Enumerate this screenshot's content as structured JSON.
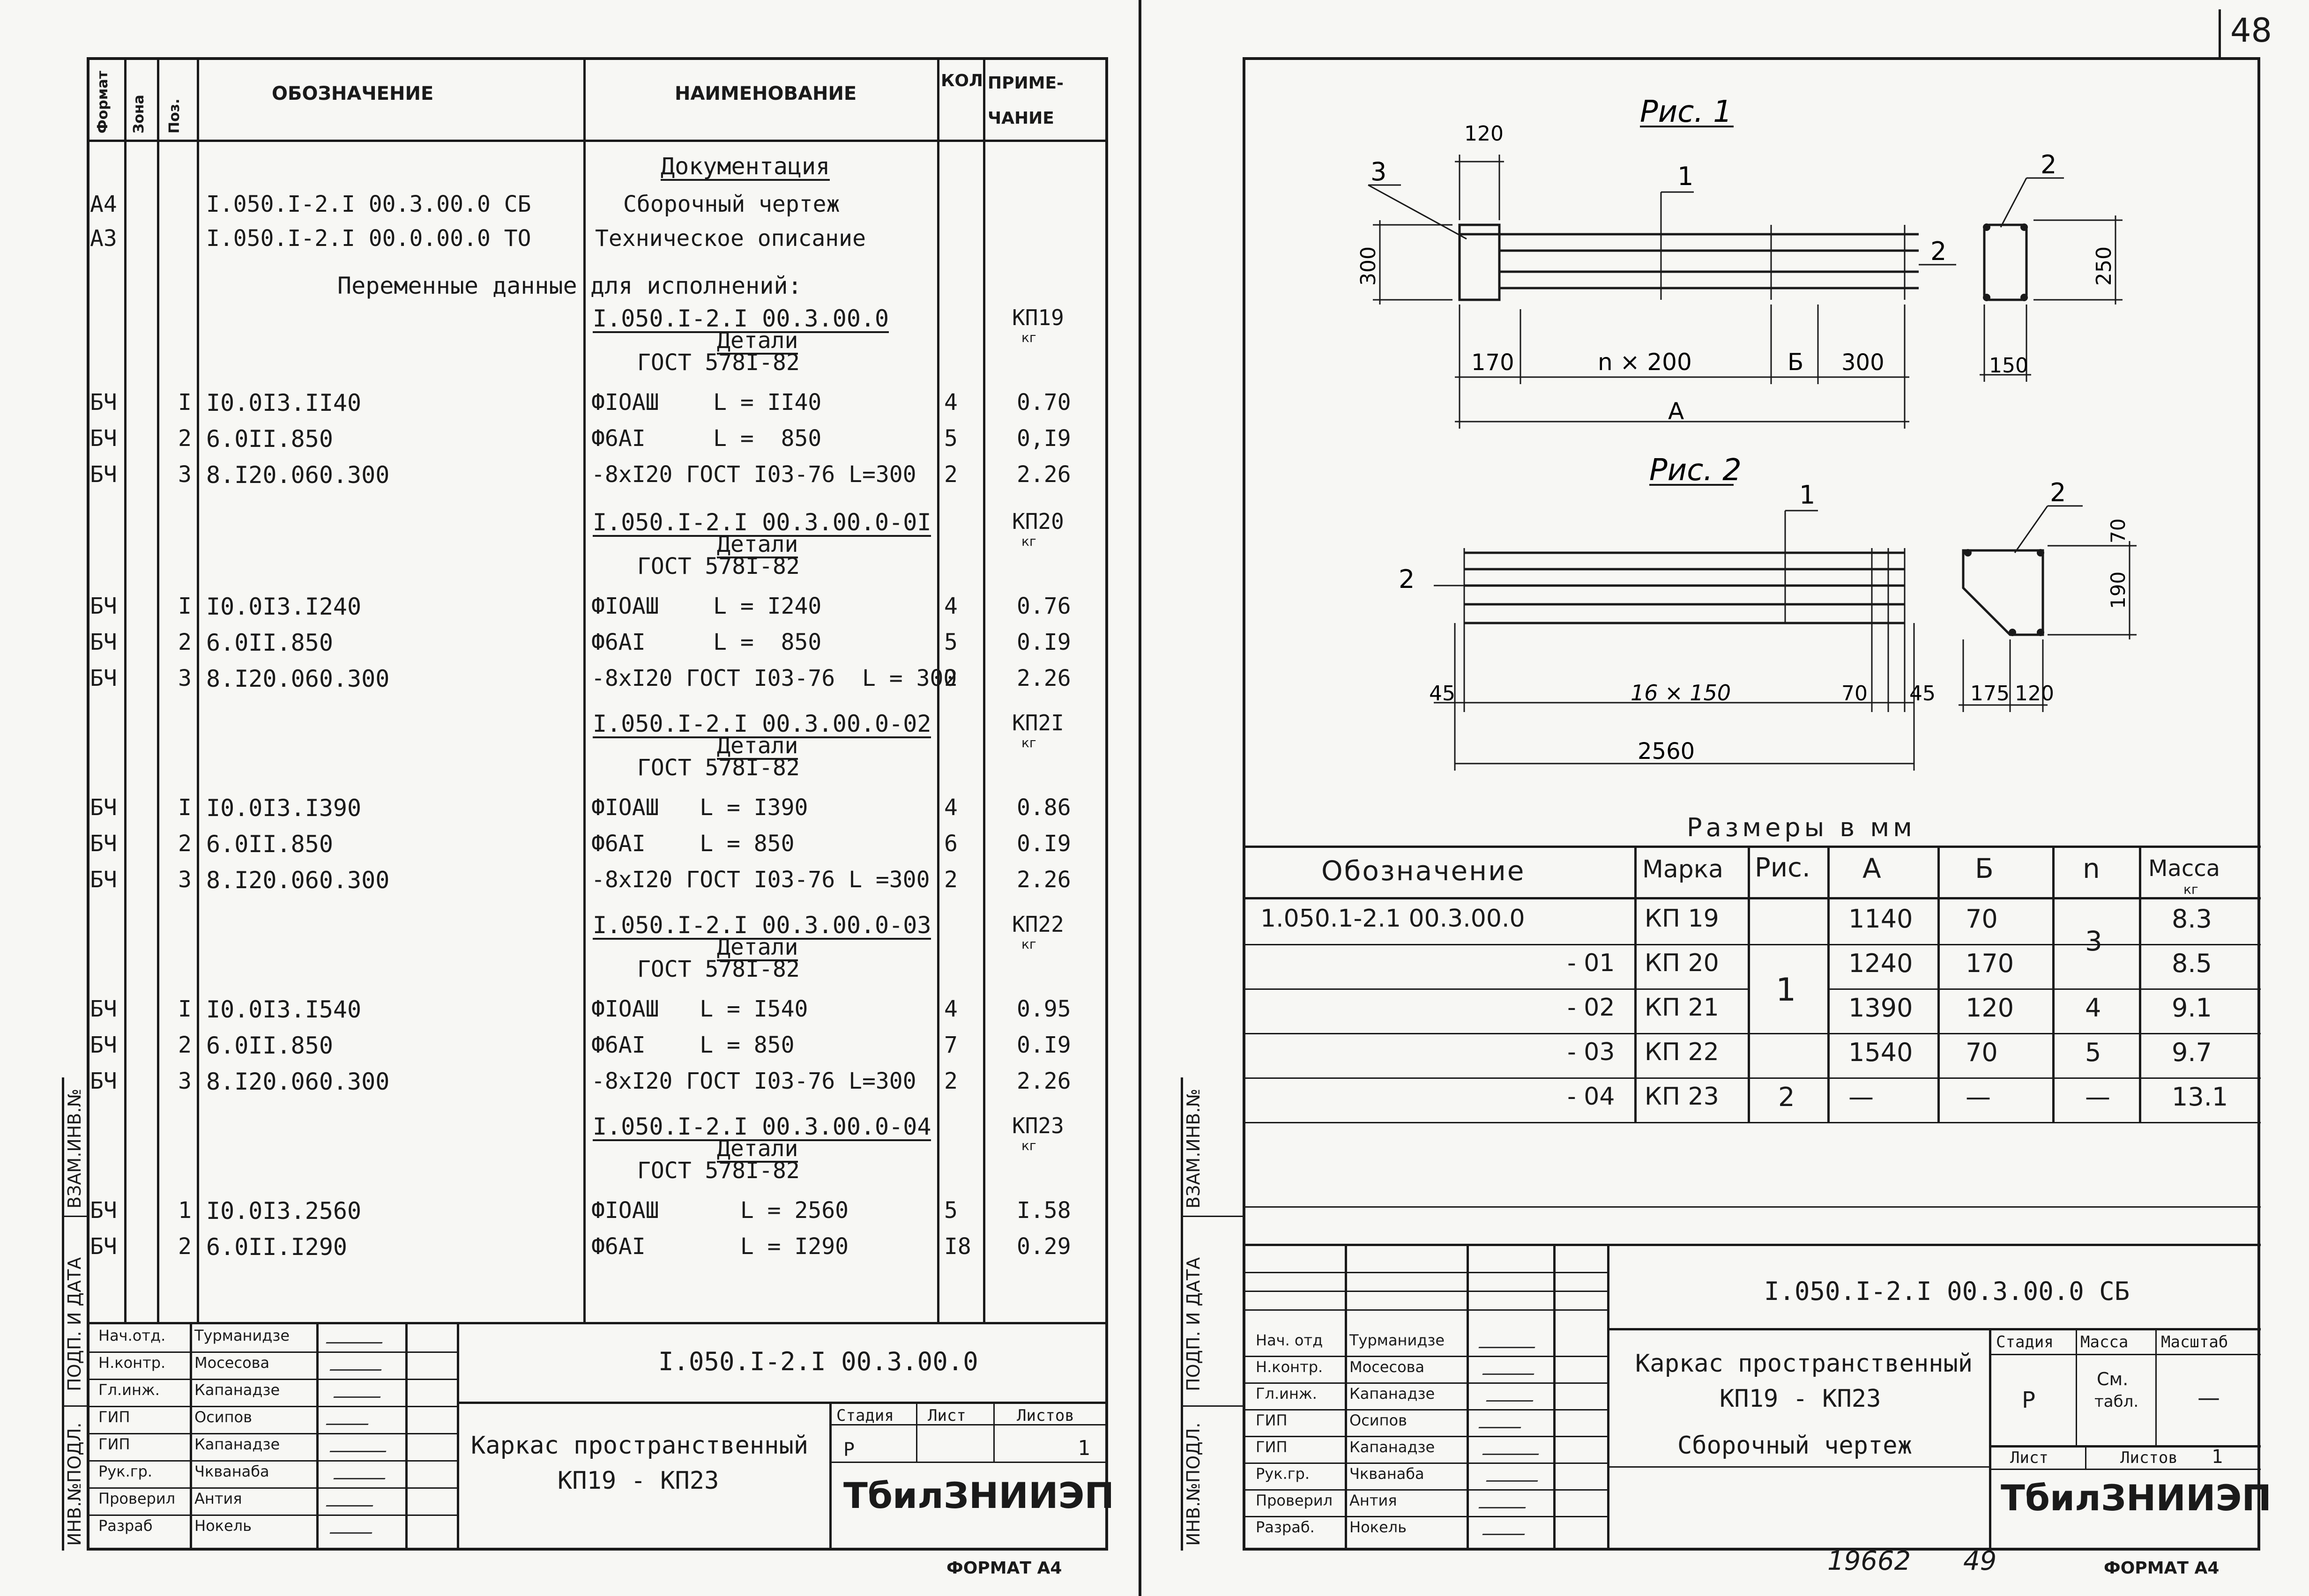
{
  "left": {
    "headers": {
      "format": "Формат",
      "zone": "Зона",
      "pos": "Поз.",
      "designation": "ОБОЗНАЧЕНИЕ",
      "name": "НАИМЕНОВАНИЕ",
      "qty": "КОЛ",
      "note1": "ПРИМЕ-",
      "note2": "ЧАНИЕ"
    },
    "documentation": "Документация",
    "docs": [
      {
        "fmt": "А4",
        "des": "I.050.I-2.I 00.3.00.0 СБ",
        "name": "Сборочный чертеж"
      },
      {
        "fmt": "А3",
        "des": "I.050.I-2.I 00.0.00.0 ТО",
        "name": "Техническое описание"
      }
    ],
    "variable_data_1": "Переменные данные",
    "variable_data_2": "для исполнений:",
    "groups": [
      {
        "title": "I.050.I-2.I 00.3.00.0",
        "note": "КП19",
        "unit": "кг",
        "details": "Детали",
        "gost": "ГОСТ 578I-82",
        "rows": [
          {
            "fmt": "БЧ",
            "pos": "I",
            "des": "I0.0I3.II40",
            "name": "ФIОАШ    L = II40",
            "qty": "4",
            "mass": "0.70"
          },
          {
            "fmt": "БЧ",
            "pos": "2",
            "des": "6.0II.850",
            "name": "Ф6АI     L =  850",
            "qty": "5",
            "mass": "0,I9"
          },
          {
            "fmt": "БЧ",
            "pos": "3",
            "des": "8.I20.060.300",
            "name": "-8хI20 ГОСТ I03-76 L=300",
            "qty": "2",
            "mass": "2.26"
          }
        ]
      },
      {
        "title": "I.050.I-2.I 00.3.00.0-0I",
        "note": "КП20",
        "unit": "кг",
        "details": "Детали",
        "gost": "ГОСТ 578I-82",
        "rows": [
          {
            "fmt": "БЧ",
            "pos": "I",
            "des": "I0.0I3.I240",
            "name": "ФIОАШ    L = I240",
            "qty": "4",
            "mass": "0.76"
          },
          {
            "fmt": "БЧ",
            "pos": "2",
            "des": "6.0II.850",
            "name": "Ф6АI     L =  850",
            "qty": "5",
            "mass": "0.I9"
          },
          {
            "fmt": "БЧ",
            "pos": "3",
            "des": "8.I20.060.300",
            "name": "-8хI20 ГОСТ I03-76  L = 300",
            "qty": "2",
            "mass": "2.26"
          }
        ]
      },
      {
        "title": "I.050.I-2.I 00.3.00.0-02",
        "note": "КП2I",
        "unit": "кг",
        "details": "Детали",
        "gost": "ГОСТ 578I-82",
        "rows": [
          {
            "fmt": "БЧ",
            "pos": "I",
            "des": "I0.0I3.I390",
            "name": "ФIОАШ   L = I390",
            "qty": "4",
            "mass": "0.86"
          },
          {
            "fmt": "БЧ",
            "pos": "2",
            "des": "6.0II.850",
            "name": "Ф6АI    L = 850",
            "qty": "6",
            "mass": "0.I9"
          },
          {
            "fmt": "БЧ",
            "pos": "3",
            "des": "8.I20.060.300",
            "name": "-8хI20 ГОСТ I03-76 L =300",
            "qty": "2",
            "mass": "2.26"
          }
        ]
      },
      {
        "title": "I.050.I-2.I 00.3.00.0-03",
        "note": "КП22",
        "unit": "кг",
        "details": "Детали",
        "gost": "ГОСТ 578I-82",
        "rows": [
          {
            "fmt": "БЧ",
            "pos": "I",
            "des": "I0.0I3.I540",
            "name": "ФIОАШ   L = I540",
            "qty": "4",
            "mass": "0.95"
          },
          {
            "fmt": "БЧ",
            "pos": "2",
            "des": "6.0II.850",
            "name": "Ф6АI    L = 850",
            "qty": "7",
            "mass": "0.I9"
          },
          {
            "fmt": "БЧ",
            "pos": "3",
            "des": "8.I20.060.300",
            "name": "-8хI20 ГОСТ I03-76 L=300",
            "qty": "2",
            "mass": "2.26"
          }
        ]
      },
      {
        "title": "I.050.I-2.I 00.3.00.0-04",
        "note": "КП23",
        "unit": "кг",
        "details": "Детали",
        "gost": "ГОСТ 578I-82",
        "rows": [
          {
            "fmt": "БЧ",
            "pos": "1",
            "des": "I0.0I3.2560",
            "name": "ФIОАШ      L = 2560",
            "qty": "5",
            "mass": "I.58"
          },
          {
            "fmt": "БЧ",
            "pos": "2",
            "des": "6.0II.I290",
            "name": "Ф6АI       L = I290",
            "qty": "I8",
            "mass": "0.29"
          }
        ]
      }
    ],
    "stamp": {
      "roles": [
        "Нач.отд.",
        "Н.контр.",
        "Гл.инж.",
        "ГИП",
        "ГИП",
        "Рук.гр.",
        "Проверил",
        "Разраб"
      ],
      "names": [
        "Турманидзе",
        "Мосесова",
        "Капанадзе",
        "Осипов",
        "Капанадзе",
        "Чкванаба",
        "Антия",
        "Нокель"
      ],
      "code": "I.050.I-2.I 00.3.00.0",
      "title1": "Каркас пространственный",
      "title2": "КП19 - КП23",
      "stage_label": "Стадия",
      "sheet_label": "Лист",
      "sheets_label": "Листов",
      "stage": "Р",
      "sheets": "1",
      "org": "ТбилЗНИИЭП"
    },
    "side_labels": [
      "ИНВ.№ПОДЛ.",
      "ПОДП. И ДАТА",
      "ВЗАМ.ИНВ.№"
    ],
    "format": "ФОРМАТ А4"
  },
  "right": {
    "page_number": "48",
    "fig1": {
      "title": "Рис. 1",
      "dims": {
        "d120": "120",
        "d300": "300",
        "d250": "250",
        "d150": "150",
        "d170": "170",
        "dn": "n × 200",
        "dB": "Б",
        "d300b": "300",
        "dA": "А"
      },
      "leaders": {
        "l3": "3",
        "l1": "1",
        "l2a": "2",
        "l2b": "2"
      }
    },
    "fig2": {
      "title": "Рис. 2",
      "dims": {
        "d45a": "45",
        "d16": "16 × 150",
        "d70": "70",
        "d45b": "45",
        "d2560": "2560",
        "d175": "175",
        "d120": "120",
        "d70v": "70",
        "d190": "190"
      },
      "leaders": {
        "l1": "1",
        "l2a": "2",
        "l2b": "2"
      }
    },
    "table": {
      "caption": "Размеры в мм",
      "headers": [
        "Обозначение",
        "Марка",
        "Рис.",
        "А",
        "Б",
        "n",
        "Масса"
      ],
      "mass_unit": "кг",
      "rows": [
        {
          "des": "1.050.1-2.1 00.3.00.0",
          "mark": "КП 19",
          "a": "1140",
          "b": "70",
          "mass": "8.3"
        },
        {
          "des": "- 01",
          "mark": "КП 20",
          "a": "1240",
          "b": "170",
          "mass": "8.5"
        },
        {
          "des": "- 02",
          "mark": "КП 21",
          "a": "1390",
          "b": "120",
          "n": "4",
          "mass": "9.1"
        },
        {
          "des": "- 03",
          "mark": "КП 22",
          "a": "1540",
          "b": "70",
          "n": "5",
          "mass": "9.7"
        },
        {
          "des": "- 04",
          "mark": "КП 23",
          "fig": "2",
          "a": "—",
          "b": "—",
          "n": "—",
          "mass": "13.1"
        }
      ],
      "fig_merged": "1",
      "n_merged": "3"
    },
    "stamp": {
      "roles": [
        "Нач. отд",
        "Н.контр.",
        "Гл.инж.",
        "ГИП",
        "ГИП",
        "Рук.гр.",
        "Проверил",
        "Разраб."
      ],
      "names": [
        "Турманидзе",
        "Мосесова",
        "Капанадзе",
        "Осипов",
        "Капанадзе",
        "Чкванаба",
        "Антия",
        "Нокель"
      ],
      "code": "I.050.I-2.I 00.3.00.0 СБ",
      "title1": "Каркас пространственный",
      "title2": "КП19 - КП23",
      "title3": "Сборочный чертеж",
      "stage_label": "Стадия",
      "mass_label": "Масса",
      "scale_label": "Масштаб",
      "stage": "Р",
      "mass1": "См.",
      "mass2": "табл.",
      "scale": "—",
      "sheet_label": "Лист",
      "sheets_label": "Листов",
      "sheets": "1",
      "org": "ТбилЗНИИЭП"
    },
    "side_labels": [
      "ИНВ.№ПОДЛ.",
      "ПОДП. И ДАТА",
      "ВЗАМ.ИНВ.№"
    ],
    "bottom_num1": "19662",
    "bottom_num2": "49",
    "format": "ФОРМАТ А4"
  }
}
